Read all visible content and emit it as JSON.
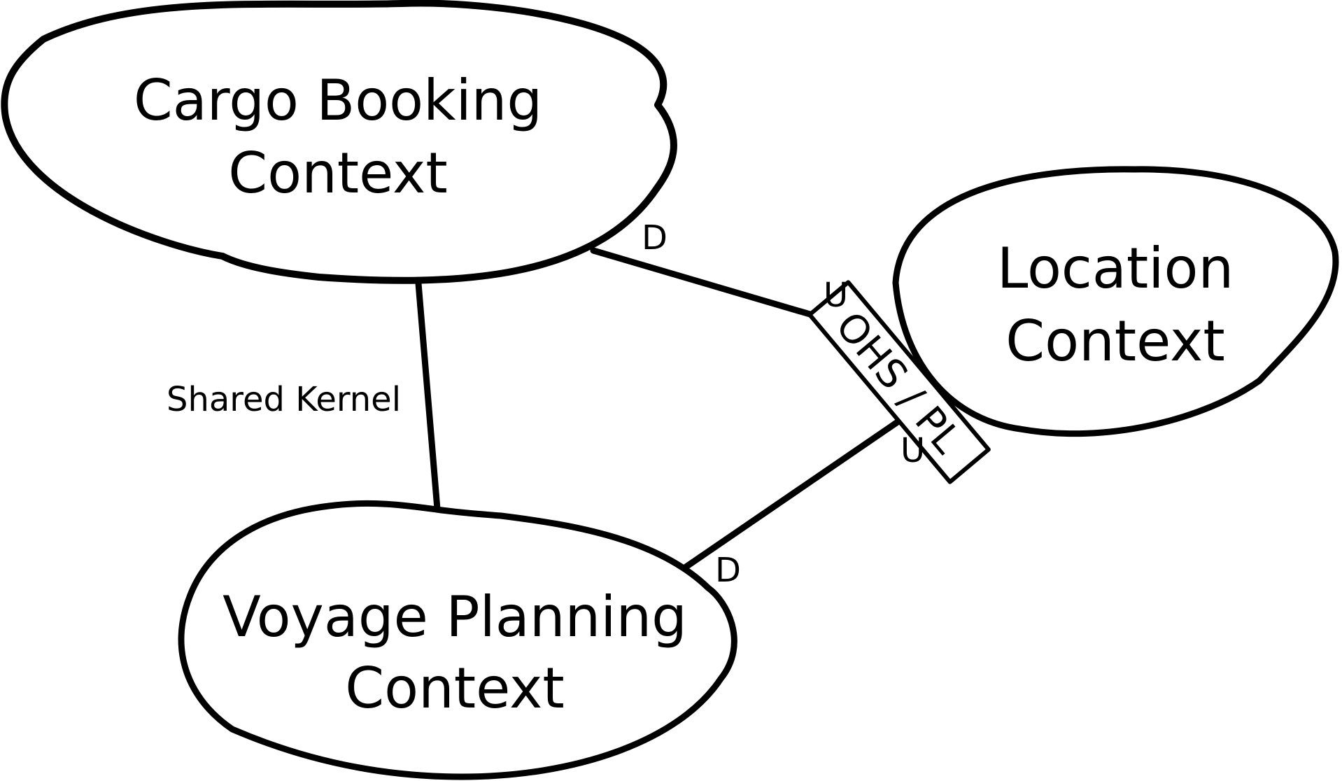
{
  "diagram": {
    "contexts": {
      "cargo_booking": {
        "line1": "Cargo Booking",
        "line2": "Context"
      },
      "location": {
        "line1": "Location",
        "line2": "Context"
      },
      "voyage_planning": {
        "line1": "Voyage Planning",
        "line2": "Context"
      }
    },
    "relationships": {
      "shared_kernel": {
        "label": "Shared Kernel"
      },
      "cargo_location": {
        "downstream": "D",
        "upstream": "U"
      },
      "voyage_location": {
        "downstream": "D",
        "upstream": "U"
      },
      "location_interface": {
        "label": "OHS / PL"
      }
    }
  }
}
